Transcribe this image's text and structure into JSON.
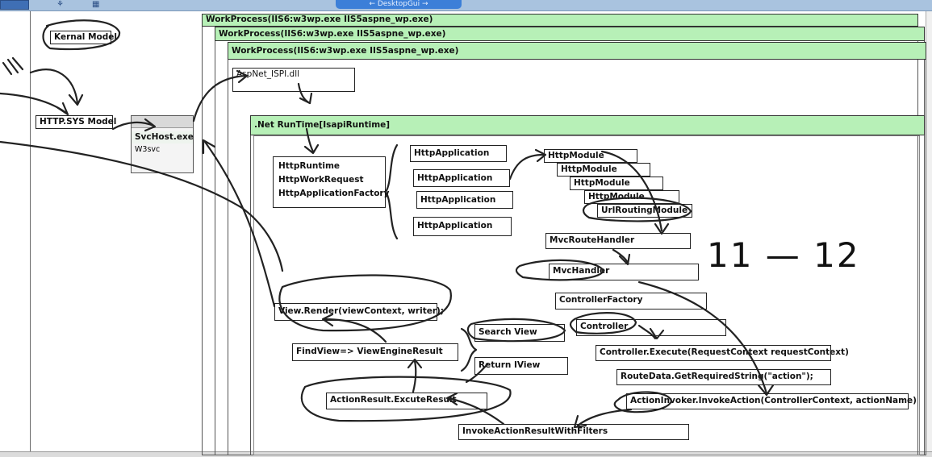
{
  "toolbar": {
    "pill_label": "DesktopGui"
  },
  "left": {
    "kernal_model": "Kernal Model",
    "http_sys_model": "HTTP.SYS Model",
    "svchost": "SvcHost.exe",
    "w3svc": "W3svc"
  },
  "workprocess": [
    "WorkProcess(IIS6:w3wp.exe   IIS5aspne_wp.exe)",
    "WorkProcess(IIS6:w3wp.exe   IIS5aspne_wp.exe)",
    "WorkProcess(IIS6:w3wp.exe   IIS5aspne_wp.exe)"
  ],
  "aspnet_isapi": "AspNet_ISPI.dll",
  "net_runtime": ".Net RunTime[IsapiRuntime]",
  "runtime_list": [
    "HttpRuntime",
    "HttpWorkRequest",
    "HttpApplicationFactory"
  ],
  "http_applications": [
    "HttpApplication",
    "HttpApplication",
    "HttpApplication",
    "HttpApplication"
  ],
  "http_modules": [
    "HttpModule",
    "HttpModule",
    "HttpModule",
    "HttpModule"
  ],
  "url_routing_module": "UrlRoutingModule",
  "mvc_route_handler": "MvcRouteHandler",
  "mvc_handler": "MvcHandler",
  "controller_factory": "ControllerFactory",
  "controller": "Controller",
  "controller_execute": "Controller.Execute(RequestContext requestContext)",
  "route_data": "RouteData.GetRequiredString(\"action\");",
  "action_invoker": "ActionInvoker.InvokeAction(ControllerContext, actionName)",
  "invoke_action_result": "InvokeActionResultWithFilters",
  "action_result": "ActionResult.ExcuteResult",
  "find_view": "FindView=>  ViewEngineResult",
  "search_view": "Search View",
  "return_iview": "Return IView",
  "view_render": "View.Render(viewContext, writer);",
  "handwritten_note": "11 — 12",
  "colors": {
    "green": "#b7f0b7",
    "ink": "#222222",
    "toolbar": "#a9c3df"
  }
}
